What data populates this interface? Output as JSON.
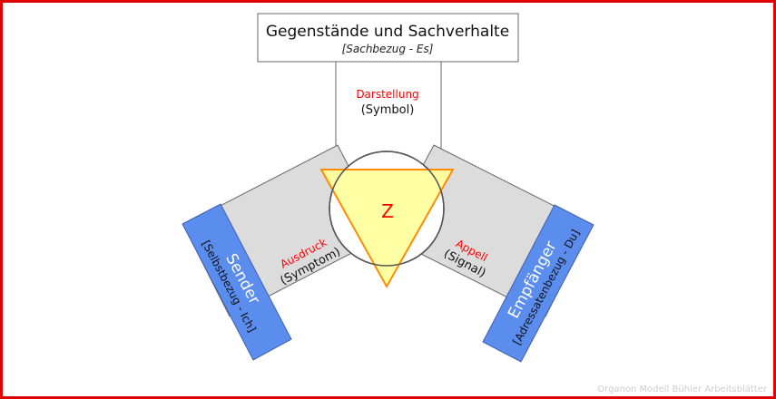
{
  "top_box": {
    "title": "Gegenstände und Sachverhalte",
    "subtitle": "[Sachbezug - Es]"
  },
  "darstellung": {
    "label": "Darstellung",
    "sub": "(Symbol)"
  },
  "ausdruck": {
    "label": "Ausdruck",
    "sub": "(Symptom)"
  },
  "appell": {
    "label": "Appell",
    "sub": "(Signal)"
  },
  "center": {
    "label": "Z"
  },
  "sender": {
    "title": "Sender",
    "subtitle": "[Selbstbezug - Ich]"
  },
  "empfaenger": {
    "title": "Empfänger",
    "subtitle": "[Adressatenbezug - Du]"
  },
  "watermark": "Organon Modell Bühler Arbeitsblätter",
  "colors": {
    "frame": "#e00000",
    "accent_text": "#ff0000",
    "blue_box": "#5b8def",
    "gray_band": "#dcdcdc",
    "triangle_fill": "#ffff99",
    "triangle_stroke": "#ff8c00"
  }
}
